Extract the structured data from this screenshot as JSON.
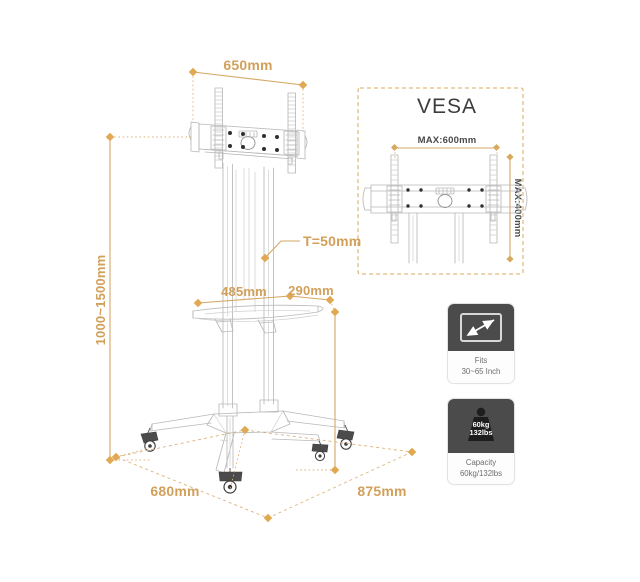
{
  "page": {
    "type": "product-dimension-diagram",
    "subject": "Mobile TV cart / trolley stand",
    "background": "#ffffff",
    "accent_color": "#d2a05a",
    "line_color": "#b9b9b9",
    "dark_color": "#4b4b4b"
  },
  "dimensions": {
    "top_width": "650mm",
    "height_range": "1000~1500mm",
    "pole_thickness": "T=50mm",
    "shelf_width": "485mm",
    "shelf_depth": "290mm",
    "base_depth": "680mm",
    "base_width": "875mm"
  },
  "vesa": {
    "title": "VESA",
    "max_width": "MAX:600mm",
    "max_height": "MAX:400mm"
  },
  "badges": [
    {
      "icon": "tv-screen-diagonal-icon",
      "caption_line1": "Fits",
      "caption_line2": "30~65 Inch"
    },
    {
      "icon": "weight-icon",
      "icon_line1": "60kg",
      "icon_line2": "132lbs",
      "caption_line1": "Capacity",
      "caption_line2": "60kg/132lbs"
    }
  ]
}
